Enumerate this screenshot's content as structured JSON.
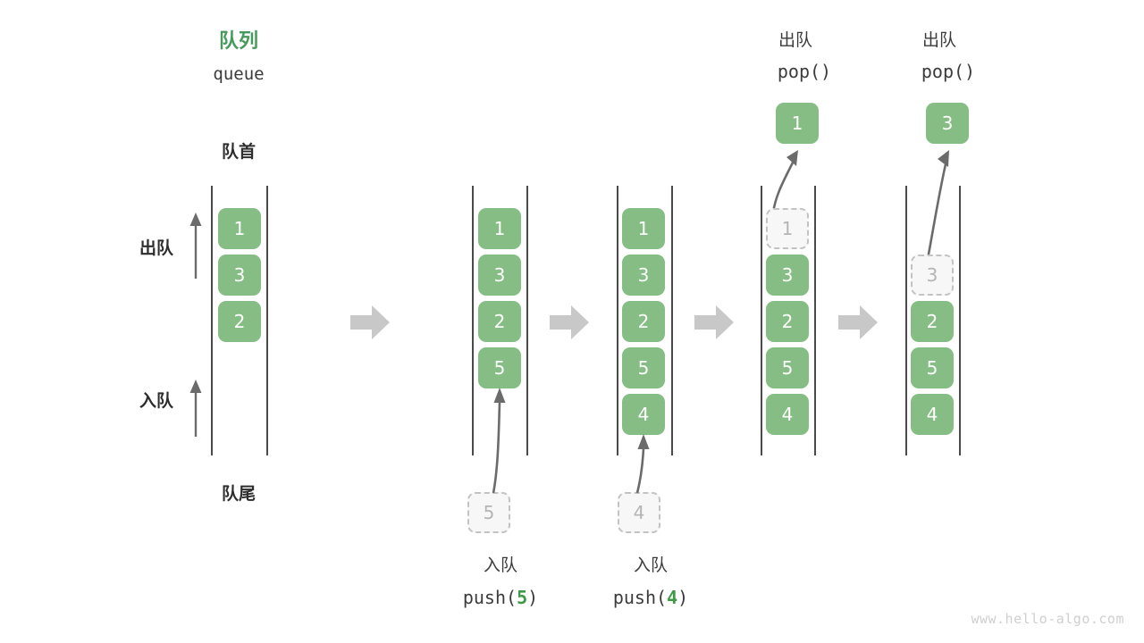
{
  "meta": {
    "watermark": "www.hello-algo.com"
  },
  "header": {
    "title_cn": "队列",
    "title_en": "queue",
    "front_label": "队首",
    "rear_label": "队尾",
    "accent_color": "#469b5c",
    "cell_color": "#86bd84",
    "ghost_color": "#f7f7f7",
    "rail_color": "#4a4a4a",
    "blockarrow_color": "#c8c8c8"
  },
  "side_labels": {
    "dequeue": "出队",
    "enqueue": "入队"
  },
  "columns": [
    {
      "id": "initial",
      "name": "initial-queue",
      "cells": [
        {
          "value": "1",
          "state": "filled"
        },
        {
          "value": "3",
          "state": "filled"
        },
        {
          "value": "2",
          "state": "filled"
        }
      ],
      "caption_cn": "",
      "caption_code": "",
      "incoming": null,
      "popped": null
    },
    {
      "id": "push5",
      "name": "push-5",
      "cells": [
        {
          "value": "1",
          "state": "filled"
        },
        {
          "value": "3",
          "state": "filled"
        },
        {
          "value": "2",
          "state": "filled"
        },
        {
          "value": "5",
          "state": "filled"
        }
      ],
      "caption_cn": "入队",
      "caption_code_prefix": "push(",
      "caption_code_arg": "5",
      "caption_code_suffix": ")",
      "incoming": {
        "value": "5",
        "state": "ghost"
      },
      "popped": null
    },
    {
      "id": "push4",
      "name": "push-4",
      "cells": [
        {
          "value": "1",
          "state": "filled"
        },
        {
          "value": "3",
          "state": "filled"
        },
        {
          "value": "2",
          "state": "filled"
        },
        {
          "value": "5",
          "state": "filled"
        },
        {
          "value": "4",
          "state": "filled"
        }
      ],
      "caption_cn": "入队",
      "caption_code_prefix": "push(",
      "caption_code_arg": "4",
      "caption_code_suffix": ")",
      "incoming": {
        "value": "4",
        "state": "ghost"
      },
      "popped": null
    },
    {
      "id": "pop1",
      "name": "pop-1",
      "cells": [
        {
          "value": "1",
          "state": "ghost"
        },
        {
          "value": "3",
          "state": "filled"
        },
        {
          "value": "2",
          "state": "filled"
        },
        {
          "value": "5",
          "state": "filled"
        },
        {
          "value": "4",
          "state": "filled"
        }
      ],
      "top_cn": "出队",
      "top_code": "pop()",
      "popped": {
        "value": "1",
        "state": "filled"
      },
      "incoming": null
    },
    {
      "id": "pop3",
      "name": "pop-3",
      "cells": [
        {
          "value": "",
          "state": "empty"
        },
        {
          "value": "3",
          "state": "ghost"
        },
        {
          "value": "2",
          "state": "filled"
        },
        {
          "value": "5",
          "state": "filled"
        },
        {
          "value": "4",
          "state": "filled"
        }
      ],
      "top_cn": "出队",
      "top_code": "pop()",
      "popped": {
        "value": "3",
        "state": "filled"
      },
      "incoming": null
    }
  ],
  "step_arrows": [
    {
      "name": "step-arrow-1"
    },
    {
      "name": "step-arrow-2"
    },
    {
      "name": "step-arrow-3"
    },
    {
      "name": "step-arrow-4"
    }
  ]
}
